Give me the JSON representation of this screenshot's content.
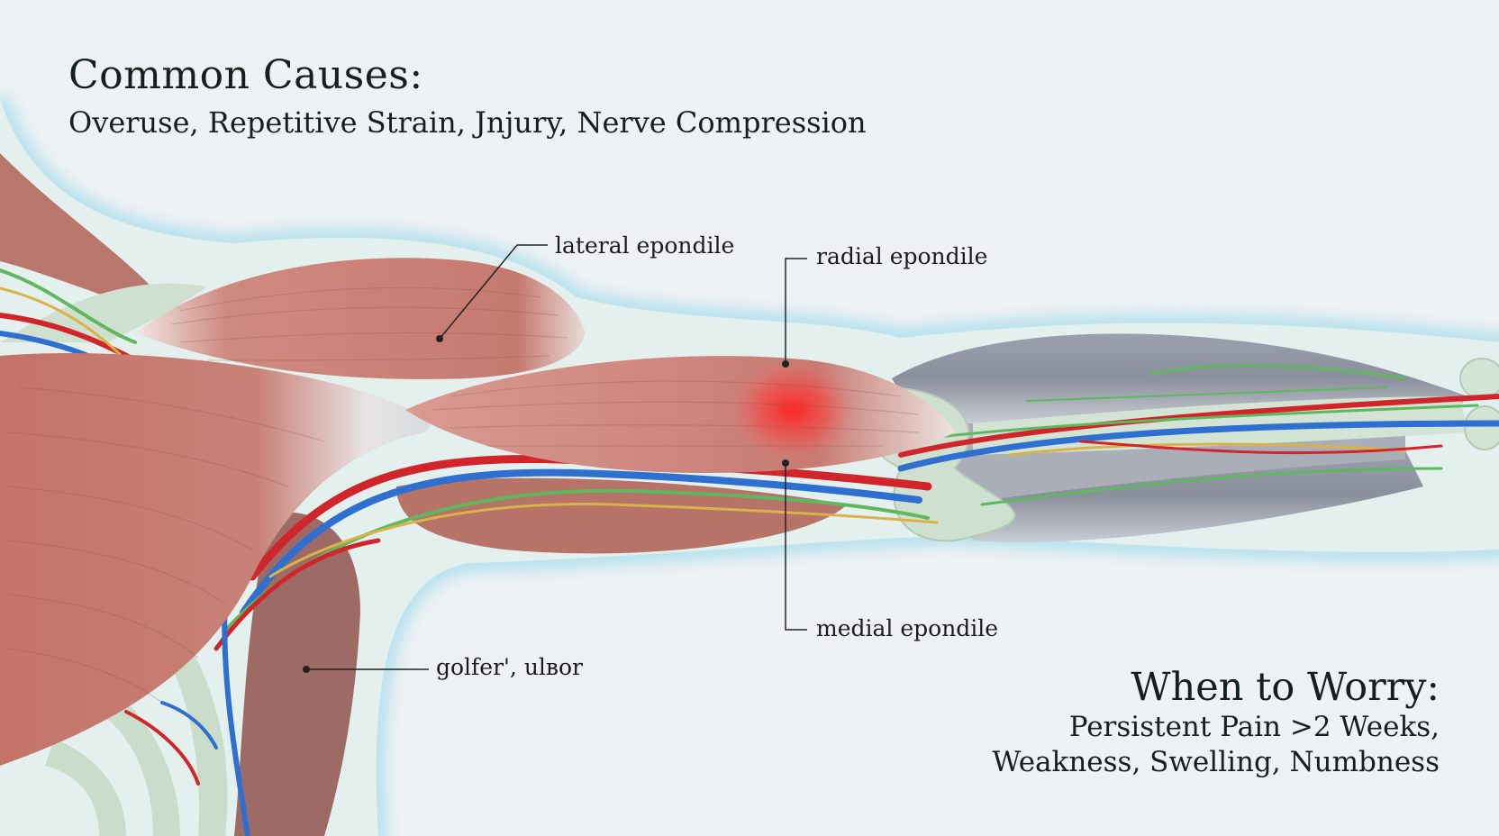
{
  "causes": {
    "title": "Common Causes:",
    "list": "Overuse, Repetitive Strain, Jnjury, Nerve Compression"
  },
  "labels": {
    "lateral": "lateral epondile",
    "radial": "radial epondile",
    "medial": "medial epondile",
    "golfer": "golfer', ulвor"
  },
  "worry": {
    "title": "When to Worry:",
    "line1": "Persistent Pain >2 Weeks,",
    "line2": "Weakness, Swelling, Numbness"
  },
  "colors": {
    "background": "#eef2f5",
    "muscle": "#c77b72",
    "tendon": "#cfe0d0",
    "artery": "#d0262b",
    "vein": "#2e6fd0",
    "nerve": "#5fb85f",
    "pain_highlight": "#ff1f1f",
    "skin_glow": "#8fd6e8"
  }
}
